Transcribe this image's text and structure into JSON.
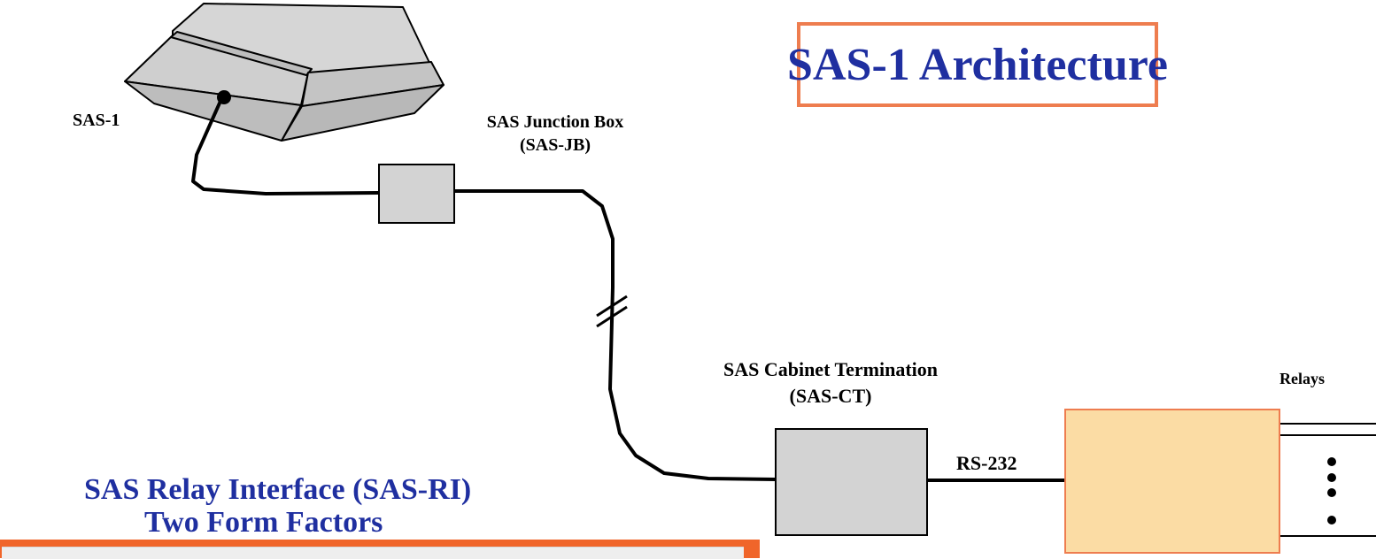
{
  "title": "SAS-1 Architecture",
  "labels": {
    "sas1": "SAS-1",
    "junction_box_line1": "SAS Junction Box",
    "junction_box_line2": "(SAS-JB)",
    "cabinet_line1": "SAS Cabinet Termination",
    "cabinet_line2": "(SAS-CT)",
    "rs232": "RS-232",
    "relays": "Relays"
  },
  "subtitle": {
    "line1": "SAS Relay Interface  (SAS-RI)",
    "line2": "Two Form Factors"
  },
  "colors": {
    "title_text": "#1f2fa0",
    "title_border": "#ee7d4f",
    "box_gray": "#d3d3d3",
    "relay_fill": "#fbdca4",
    "relay_border": "#ee7d4f",
    "bottom_bar": "#f0652a"
  }
}
